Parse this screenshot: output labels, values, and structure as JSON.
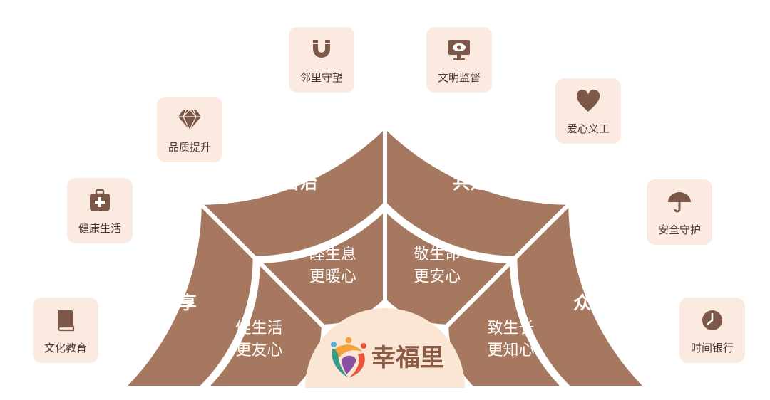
{
  "colors": {
    "segment": "#a67860",
    "hub": "#fbe5d4",
    "tile_bg": "#fbeadf",
    "icon": "#7d5848",
    "white": "#ffffff",
    "logo_text": "#8a5a44"
  },
  "outer_ring": {
    "segments": [
      "分享",
      "自治",
      "共建",
      "众筹"
    ]
  },
  "inner_ring": {
    "segments": [
      {
        "line1": "促生活",
        "line2": "更友心"
      },
      {
        "line1": "睦生息",
        "line2": "更暖心"
      },
      {
        "line1": "敬生命",
        "line2": "更安心"
      },
      {
        "line1": "致生长",
        "line2": "更知心"
      }
    ]
  },
  "center": {
    "logo_text": "幸福里"
  },
  "tiles": [
    {
      "label": "文化教育",
      "icon": "book-icon"
    },
    {
      "label": "健康生活",
      "icon": "medical-kit-icon"
    },
    {
      "label": "品质提升",
      "icon": "diamond-icon"
    },
    {
      "label": "邻里守望",
      "icon": "magnet-icon"
    },
    {
      "label": "文明监督",
      "icon": "monitor-eye-icon"
    },
    {
      "label": "爱心义工",
      "icon": "heart-icon"
    },
    {
      "label": "安全守护",
      "icon": "umbrella-icon"
    },
    {
      "label": "时间银行",
      "icon": "clock-icon"
    }
  ]
}
